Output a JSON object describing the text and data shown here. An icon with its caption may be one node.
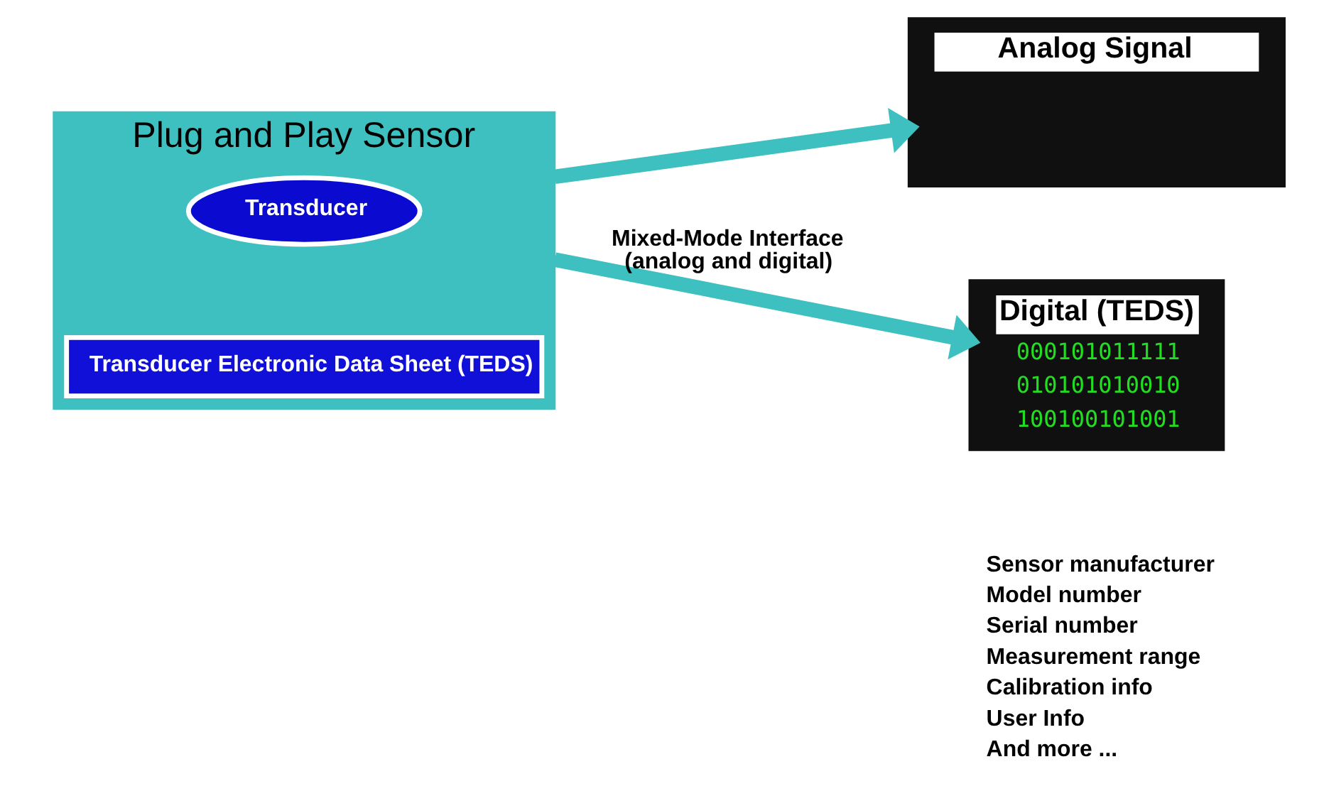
{
  "diagram": {
    "nodes": [
      {
        "text": [
          "Plug and Play Sensor"
        ]
      },
      {
        "text": [
          "Transducer"
        ],
        "in": 0
      },
      {
        "text": [
          "Transducer Electronic Data Sheet (TEDS)"
        ],
        "in": 0
      },
      {
        "text": [
          "Analog Signal"
        ]
      },
      {
        "text": [
          "Digital (TEDS)",
          "000101011111",
          "010101010010",
          "100100101001"
        ]
      }
    ],
    "edges": [
      {
        "from": 0,
        "to": 3,
        "arrow": "to"
      },
      {
        "from": 0,
        "to": 4,
        "arrow": "to",
        "label": "Mixed-Mode Interface (analog and digital)"
      }
    ],
    "labels": [
      "Sensor manufacturer",
      "Model number",
      "Serial number",
      "Measurement range",
      "Calibration info",
      "User Info",
      "And more ..."
    ]
  }
}
